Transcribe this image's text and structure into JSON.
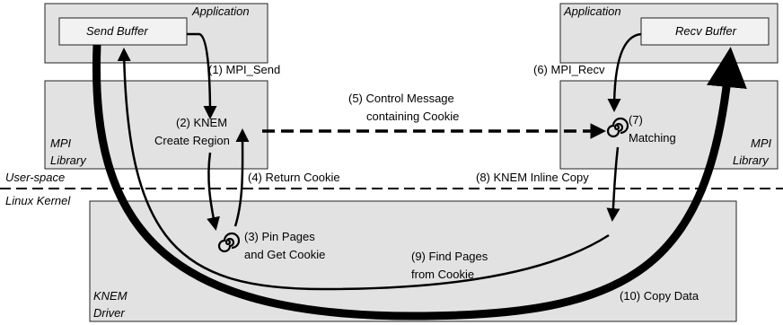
{
  "sender": {
    "application_label": "Application",
    "send_buffer_label": "Send Buffer",
    "mpi_library_label": [
      "MPI",
      "Library"
    ]
  },
  "receiver": {
    "application_label": "Application",
    "recv_buffer_label": "Recv Buffer",
    "mpi_library_label": [
      "MPI",
      "Library"
    ]
  },
  "kernel": {
    "driver_label": [
      "KNEM",
      "Driver"
    ],
    "user_space_label": "User-space",
    "linux_kernel_label": "Linux Kernel"
  },
  "steps": {
    "s1": "(1) MPI_Send",
    "s2": [
      "(2) KNEM",
      "Create Region"
    ],
    "s3": [
      "(3) Pin Pages",
      "and Get Cookie"
    ],
    "s4": "(4) Return Cookie",
    "s5": [
      "(5) Control Message",
      "containing Cookie"
    ],
    "s6": "(6) MPI_Recv",
    "s7": [
      "(7)",
      "Matching"
    ],
    "s8": "(8) KNEM Inline Copy",
    "s9": [
      "(9) Find Pages",
      "from Cookie"
    ],
    "s10": "(10) Copy Data"
  },
  "colors": {
    "box_fill": "#e2e2e2",
    "inner_box_fill": "#f2f2f2",
    "stroke": "#222222"
  },
  "icons": [
    "spiral-icon"
  ]
}
